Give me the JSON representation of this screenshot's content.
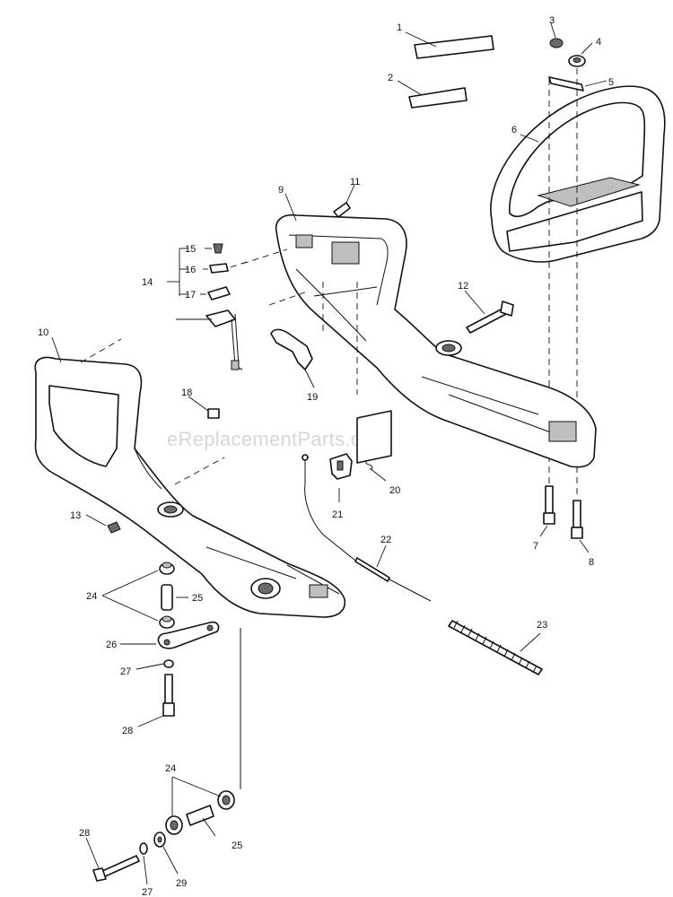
{
  "watermark": "eReplacementParts.com",
  "callouts": {
    "c1": "1",
    "c2": "2",
    "c3": "3",
    "c4": "4",
    "c5": "5",
    "c6": "6",
    "c7": "7",
    "c8": "8",
    "c9": "9",
    "c10": "10",
    "c11": "11",
    "c12": "12",
    "c13": "13",
    "c14": "14",
    "c15": "15",
    "c16": "16",
    "c17": "17",
    "c18": "18",
    "c19": "19",
    "c20": "20",
    "c21": "21",
    "c22": "22",
    "c23": "23",
    "c24a": "24",
    "c24b": "24",
    "c25a": "25",
    "c25b": "25",
    "c26": "26",
    "c27a": "27",
    "c27b": "27",
    "c28a": "28",
    "c28b": "28",
    "c29": "29"
  }
}
